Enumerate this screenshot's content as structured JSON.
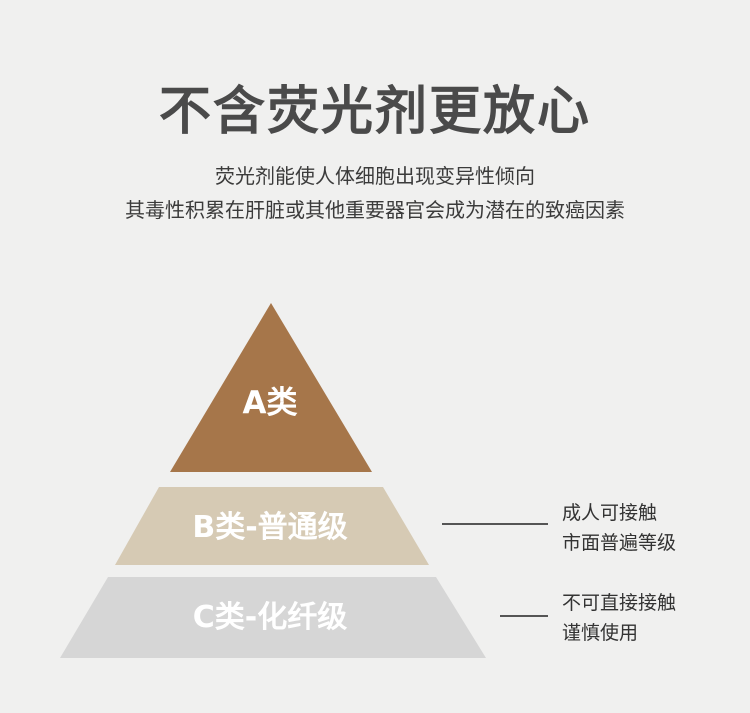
{
  "title": "不含荧光剂更放心",
  "subtitle": {
    "line1": "荧光剂能使人体细胞出现变异性倾向",
    "line2": "其毒性积累在肝脏或其他重要器官会成为潜在的致癌因素"
  },
  "pyramid": {
    "tiers": [
      {
        "label": "A类",
        "color": "#a6764a"
      },
      {
        "label": "B类-普通级",
        "color": "#d6cab4"
      },
      {
        "label": "C类-化纤级",
        "color": "#d6d6d6"
      }
    ]
  },
  "annotations": {
    "b": {
      "line1": "成人可接触",
      "line2": "市面普遍等级"
    },
    "c": {
      "line1": "不可直接接触",
      "line2": "谨慎使用"
    }
  }
}
